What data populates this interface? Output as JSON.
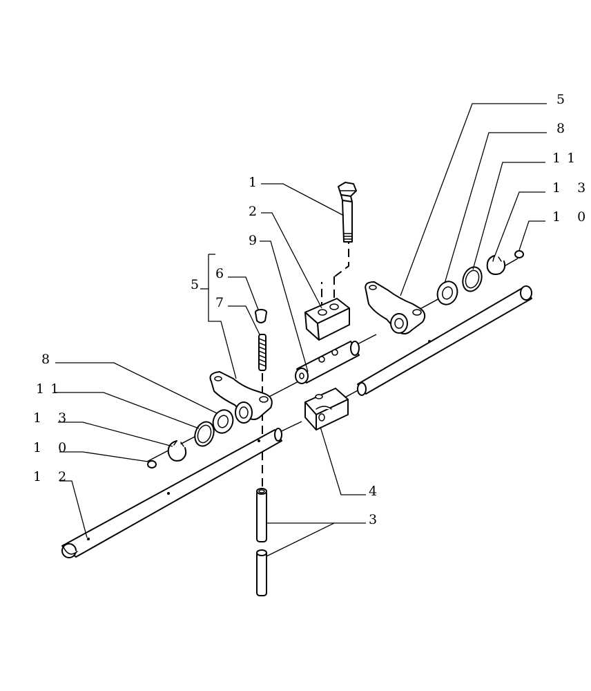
{
  "callouts": {
    "c5_top": "5",
    "c8_top": "8",
    "c11_top": "11",
    "c13_top": "1 3",
    "c10_top": "1 0",
    "c1": "1",
    "c2": "2",
    "c9": "9",
    "c6": "6",
    "c5_left": "5",
    "c7": "7",
    "c8_left": "8",
    "c11_left": "11",
    "c13_left": "1 3",
    "c10_left": "1 0",
    "c12": "1 2",
    "c4": "4",
    "c3": "3"
  },
  "colors": {
    "line": "#000000",
    "background": "#ffffff"
  }
}
